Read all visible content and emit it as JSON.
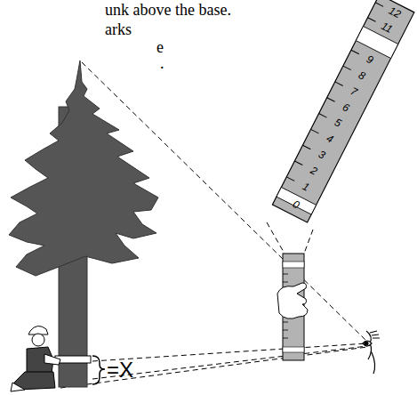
{
  "diagram": {
    "labels": [
      "unk above the base.",
      "arks",
      "e",
      ".",
      "12",
      "11",
      "9",
      "8",
      "7",
      "6",
      "5",
      "4",
      "3",
      "2",
      "1",
      "0",
      "=X"
    ]
  }
}
